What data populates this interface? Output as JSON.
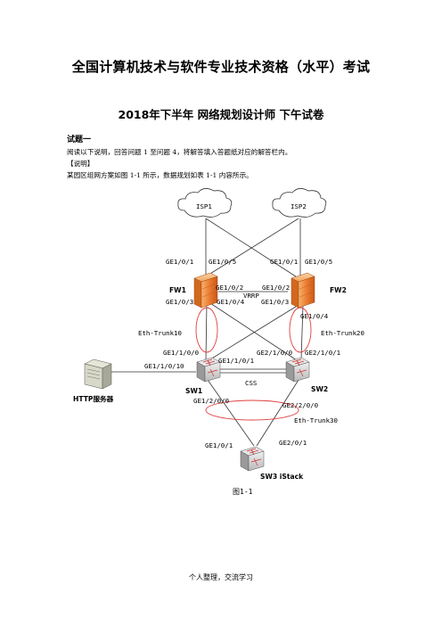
{
  "document": {
    "title": "全国计算机技术与软件专业技术资格（水平）考试",
    "subtitle": "2018年下半年 网络规划设计师 下午试卷",
    "section_heading": "试题一",
    "instruction": "阅读以下说明，回答问题 1 至问题 4，将解答填入答题纸对应的解答栏内。",
    "explain_heading": "【说明】",
    "body_text": "某园区组网方案如图 1-1 所示，数据规划如表 1-1 内容所示。",
    "footer": "个人整理，交流学习"
  },
  "figure": {
    "caption": "图1-1",
    "clouds": {
      "isp1": "ISP1",
      "isp2": "ISP2"
    },
    "devices": {
      "fw1": "FW1",
      "fw2": "FW2",
      "sw1": "SW1",
      "sw2": "SW2",
      "sw3": "SW3 iStack",
      "server": "HTTP服务器"
    },
    "labels": {
      "vrrp": "VRRP",
      "css": "CSS",
      "trunk10": "Eth-Trunk10",
      "trunk20": "Eth-Trunk20",
      "trunk30": "Eth-Trunk30"
    },
    "ports": {
      "fw1_101": "GE1/0/1",
      "fw1_105": "GE1/0/5",
      "fw2_101": "GE1/0/1",
      "fw2_105": "GE1/0/5",
      "fw1_102": "GE1/0/2",
      "fw2_102": "GE1/0/2",
      "fw1_103": "GE1/0/3",
      "fw1_104": "GE1/0/4",
      "fw2_103": "GE1/0/3",
      "fw2_104": "GE1/0/4",
      "sw1_1100": "GE1/1/0/0",
      "sw1_1101": "GE1/1/0/1",
      "sw1_11010": "GE1/1/0/10",
      "sw2_2100": "GE2/1/0/0",
      "sw2_2101": "GE2/1/0/1",
      "sw1_1200": "GE1/2/0/0",
      "sw2_2200": "GE2/2/0/0",
      "sw3_101": "GE1/0/1",
      "sw3_201": "GE2/0/1"
    }
  }
}
